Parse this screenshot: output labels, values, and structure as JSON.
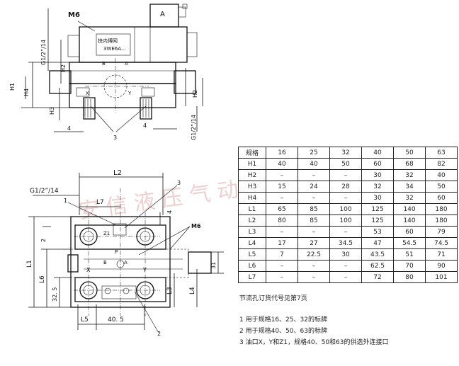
{
  "top_view": {
    "m6": "M6",
    "valve_label_a": "A",
    "valve_text_1": "抉内博网",
    "valve_text_2": "3WE6A...",
    "port_b": "B",
    "port_a": "A",
    "port_x": "X",
    "port_y": "Y",
    "thread_left": "G1/2”/14",
    "thread_right": "G1/2”/14",
    "h1": "H1",
    "h2": "H2",
    "h2_right": "H2",
    "h3": "H3",
    "h4": "H4",
    "dim_4_left": "4",
    "dim_4_right": "4",
    "callout_3": "3"
  },
  "bottom_view": {
    "l2": "L2",
    "l7": "L7",
    "thread": "G1/2”/14",
    "callout_1": "1",
    "callout_3": "3",
    "callout_2": "2",
    "dim_4": "4",
    "m6": "M6",
    "dim_2": "2",
    "z1": "Z1",
    "port_p": "P",
    "port_b": "B",
    "port_a": "A",
    "port_x": "X",
    "port_y": "Y",
    "l1": "L1",
    "l6": "L6",
    "dim_325": "32. 5",
    "dim_31": "31",
    "l3": "L3",
    "l4": "L4",
    "l5": "L5",
    "dim_405": "40. 5"
  },
  "watermark": "安 信 液 压 气 动",
  "spec_table": {
    "columns": [
      "规格",
      "16",
      "25",
      "32",
      "40",
      "50",
      "63"
    ],
    "rows": [
      [
        "H1",
        "40",
        "40",
        "50",
        "60",
        "68",
        "82"
      ],
      [
        "H2",
        "–",
        "–",
        "–",
        "30",
        "32",
        "40"
      ],
      [
        "H3",
        "15",
        "24",
        "28",
        "32",
        "34",
        "50"
      ],
      [
        "H4",
        "–",
        "–",
        "–",
        "30",
        "32",
        "60"
      ],
      [
        "L1",
        "65",
        "85",
        "100",
        "125",
        "140",
        "180"
      ],
      [
        "L2",
        "80",
        "85",
        "100",
        "125",
        "140",
        "180"
      ],
      [
        "L3",
        "–",
        "–",
        "–",
        "53",
        "60",
        "79"
      ],
      [
        "L4",
        "17",
        "27",
        "34.5",
        "47",
        "54.5",
        "74.5"
      ],
      [
        "L5",
        "7",
        "22.5",
        "30",
        "43.5",
        "51",
        "71"
      ],
      [
        "L6",
        "–",
        "–",
        "–",
        "62.5",
        "70",
        "90"
      ],
      [
        "L7",
        "–",
        "–",
        "–",
        "72",
        "80",
        "101"
      ]
    ]
  },
  "notes": {
    "ordering": "节流孔订货代号见第7页",
    "note_1": "1 用于规格16、25、32的标牌",
    "note_2": "2 用于规格40、50、63的标牌",
    "note_3": "3 油口X，Y和Z1，规格40、50和63的供选外连接口"
  }
}
